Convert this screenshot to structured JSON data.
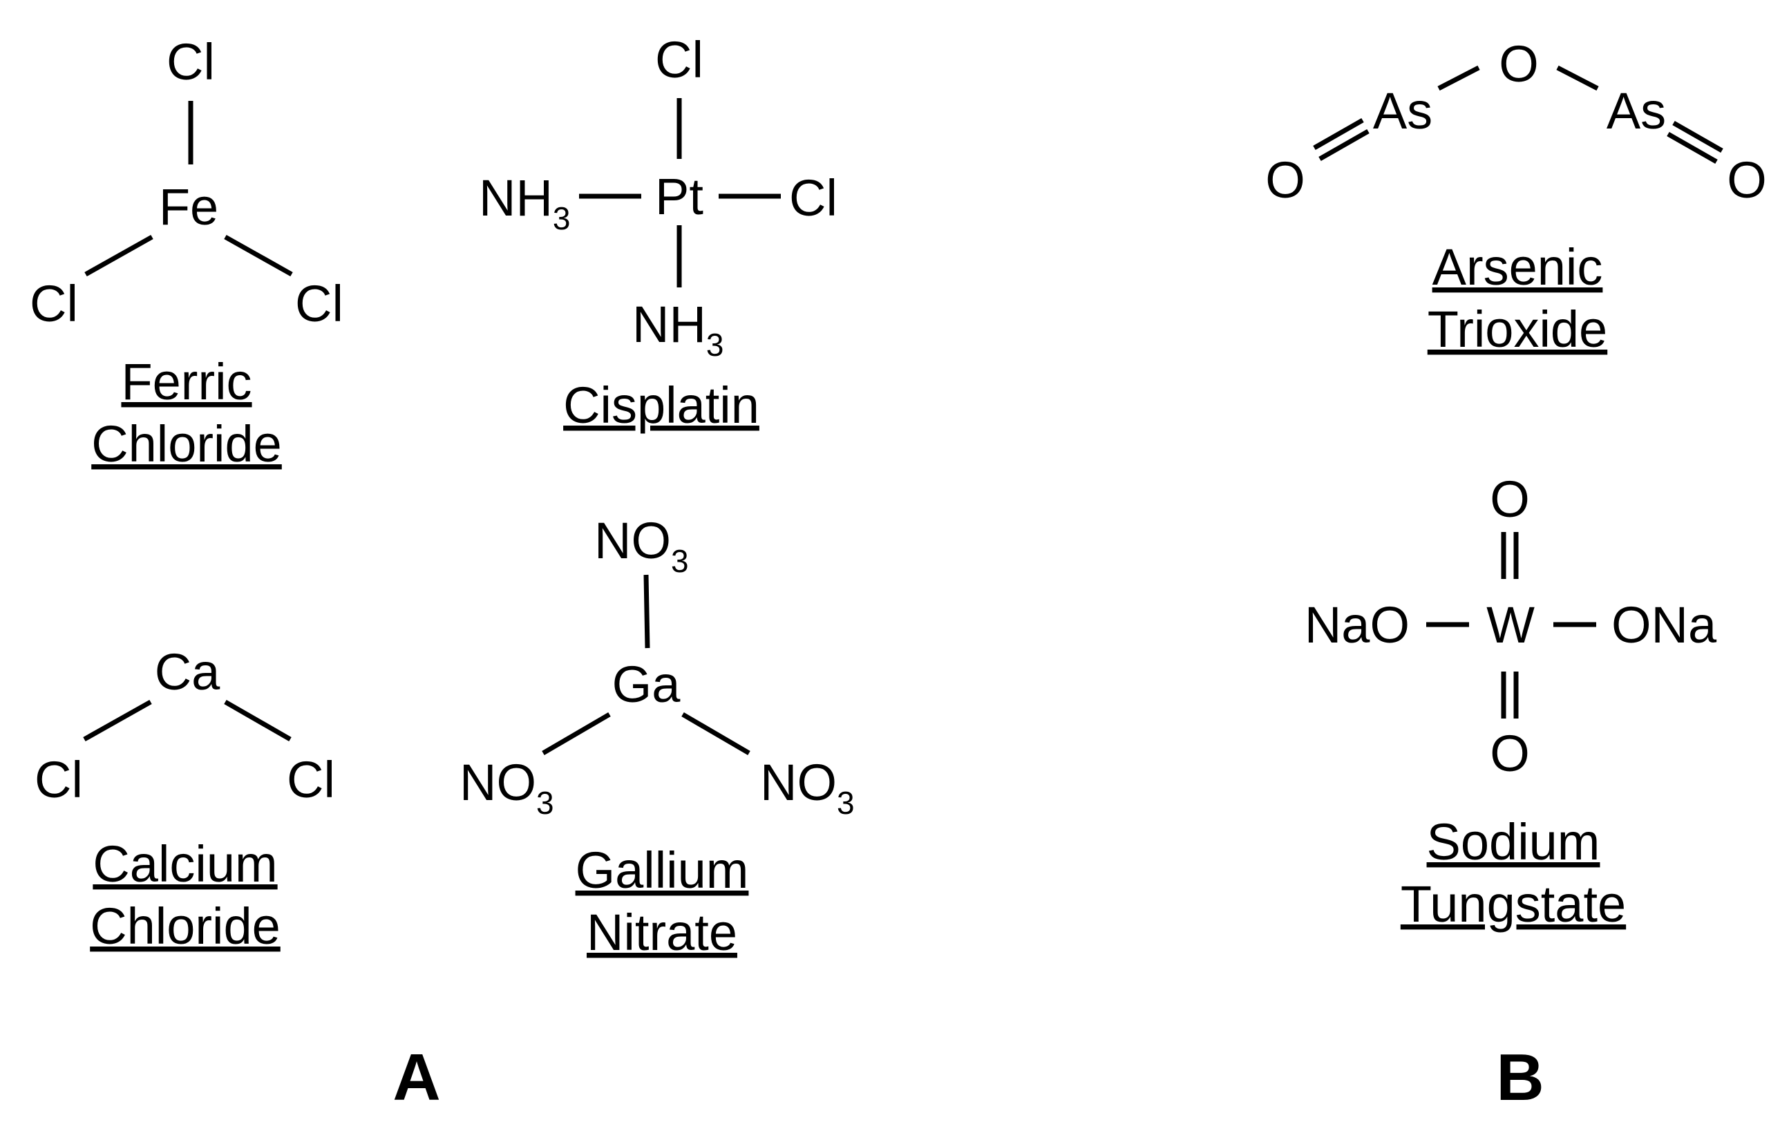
{
  "panels": [
    {
      "label": "A",
      "compounds": [
        {
          "id": "ferric",
          "name_lines": [
            "Ferric",
            "Chloride"
          ],
          "atoms": {
            "center": "Fe",
            "top": "Cl",
            "left": "Cl",
            "right": "Cl"
          }
        },
        {
          "id": "cisplatin",
          "name_lines": [
            "Cisplatin"
          ],
          "atoms": {
            "center": "Pt",
            "top": "Cl",
            "right": "Cl",
            "left": "NH",
            "left_sub": "3",
            "bottom": "NH",
            "bottom_sub": "3"
          }
        },
        {
          "id": "calcium",
          "name_lines": [
            "Calcium",
            "Chloride"
          ],
          "atoms": {
            "center": "Ca",
            "left": "Cl",
            "right": "Cl"
          }
        },
        {
          "id": "gallium",
          "name_lines": [
            "Gallium",
            "Nitrate"
          ],
          "atoms": {
            "center": "Ga",
            "top": "NO",
            "top_sub": "3",
            "left": "NO",
            "left_sub": "3",
            "right": "NO",
            "right_sub": "3"
          }
        }
      ]
    },
    {
      "label": "B",
      "compounds": [
        {
          "id": "arsenic",
          "name_lines": [
            "Arsenic",
            "Trioxide"
          ],
          "atoms": {
            "bridge": "O",
            "left_as": "As",
            "right_as": "As",
            "left_o": "O",
            "right_o": "O"
          }
        },
        {
          "id": "tungstate",
          "name_lines": [
            "Sodium",
            "Tungstate"
          ],
          "atoms": {
            "center": "W",
            "top": "O",
            "bottom": "O",
            "left": "NaO",
            "right": "ONa"
          }
        }
      ]
    }
  ]
}
